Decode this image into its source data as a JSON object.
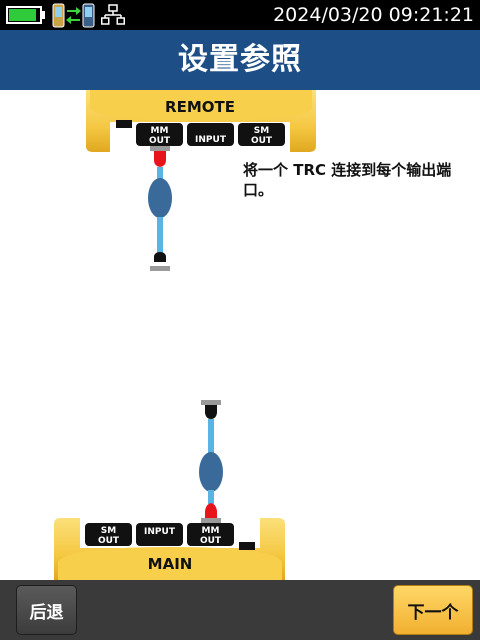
{
  "status": {
    "date": "2024/03/20",
    "time": "09:21:21",
    "battery_level": 0.9,
    "icons": [
      "battery-icon",
      "device-sync-icon",
      "network-icon"
    ]
  },
  "header": {
    "title": "设置参照"
  },
  "diagram": {
    "remote_unit": {
      "label": "REMOTE",
      "ports": [
        {
          "line1": "MM",
          "line2": "OUT"
        },
        {
          "line1": "INPUT",
          "line2": ""
        },
        {
          "line1": "SM",
          "line2": "OUT"
        }
      ]
    },
    "main_unit": {
      "label": "MAIN",
      "ports": [
        {
          "line1": "SM",
          "line2": "OUT"
        },
        {
          "line1": "INPUT",
          "line2": ""
        },
        {
          "line1": "MM",
          "line2": "OUT"
        }
      ]
    },
    "instruction": "将一个 TRC 连接到每个输出端口。"
  },
  "footer": {
    "back_label": "后退",
    "next_label": "下一个"
  },
  "colors": {
    "title_bar": "#1d4f86",
    "unit_body": "#f5c842",
    "port": "#111111",
    "cable": "#5ab4e3",
    "cable_bulge": "#3a6a9a",
    "connector_red": "#e8141b",
    "next_button": "#f5c342",
    "battery": "#2fcb3a"
  }
}
